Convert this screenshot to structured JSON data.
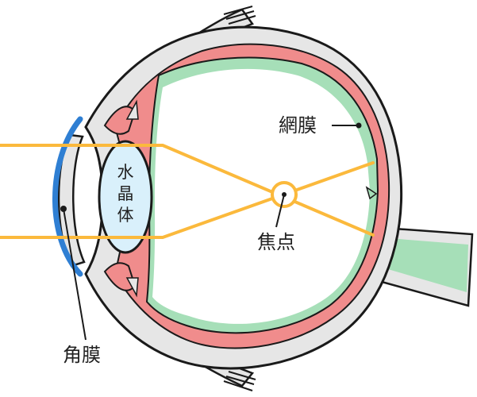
{
  "labels": {
    "retina": "網膜",
    "cornea": "角膜",
    "focus": "焦点",
    "lens_chars": [
      "水",
      "晶",
      "体"
    ]
  },
  "colors": {
    "sclera_fill": "#e6e6e6",
    "outline": "#1a1a1a",
    "choroid": "#f08c8c",
    "retina": "#a6dfb8",
    "lens_fill": "#d9f0fb",
    "cornea_band": "#2f7fd3",
    "light_ray": "#fbb93c",
    "focus_ring": "#fbb93c"
  }
}
